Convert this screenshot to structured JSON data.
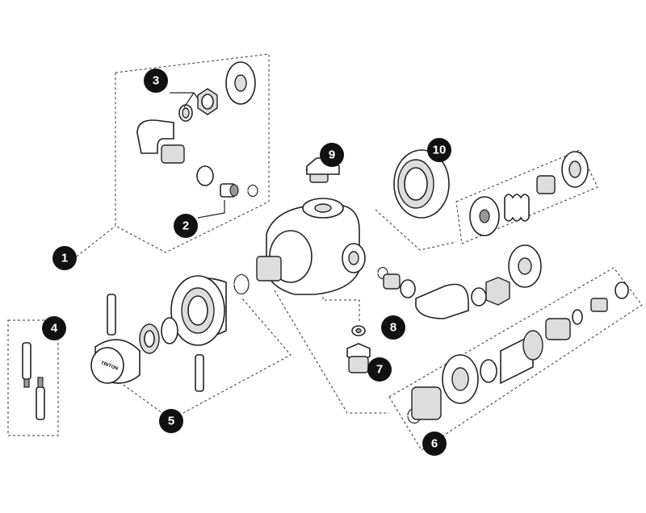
{
  "diagram": {
    "brand_label": "TRITON",
    "callouts": [
      "1",
      "2",
      "3",
      "4",
      "5",
      "6",
      "7",
      "8",
      "9",
      "10"
    ]
  }
}
